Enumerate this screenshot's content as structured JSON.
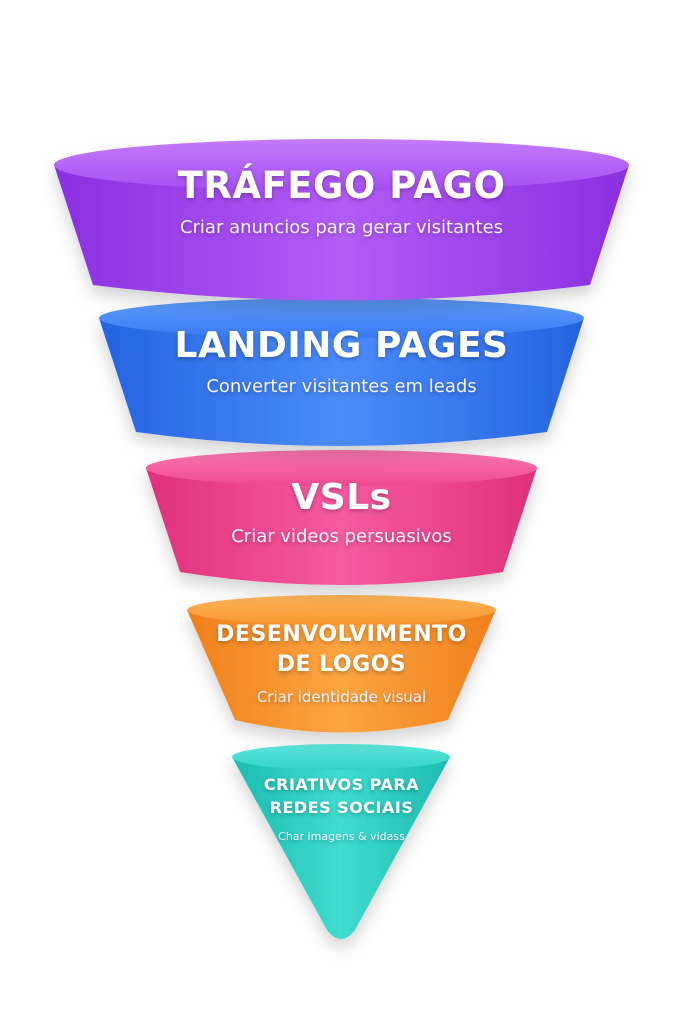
{
  "stages": [
    {
      "title": "TRÁFEGO PAGO",
      "subtitle": "Criar anuncios para gerar visitantes",
      "color": "#a349f0"
    },
    {
      "title": "LANDING PAGES",
      "subtitle": "Converter visitantes em leads",
      "color": "#3b7cf5"
    },
    {
      "title": "VSLs",
      "subtitle": "Criar videos persuasivos",
      "color": "#ef4c93"
    },
    {
      "title_lines": [
        "DESENVOLVIMENTO",
        "DE LOGOS"
      ],
      "subtitle": "Criar identidade visual",
      "color": "#f7932f"
    },
    {
      "title_lines": [
        "CRIATIVOS PARA",
        "REDES SOCIAIS"
      ],
      "subtitle": "Char imagens & vidass",
      "color": "#2fd1c4"
    }
  ]
}
